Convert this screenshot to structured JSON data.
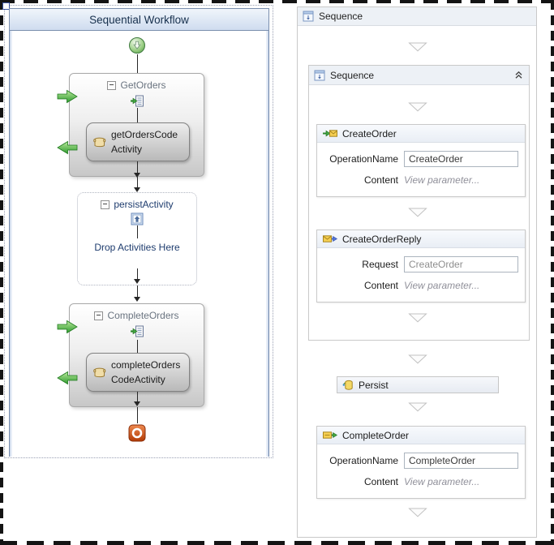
{
  "colors": {
    "header_gradient_top": "#f0f5fb",
    "header_gradient_bottom": "#cfdcef",
    "frame_blue": "#7b8fae",
    "workflow_title_navy": "#17304d",
    "activity_title_gray": "#6a7480",
    "persist_navy": "#1e3c6e",
    "green_arrow": "#3aa43a",
    "start_green": "#5ea34e",
    "stop_red": "#bc3c04",
    "panel_header_bg": "#edf1f6",
    "block_border": "#c9c9c9",
    "muted_italic_gray": "#90909a"
  },
  "icons": {
    "start": "start-arrow-icon",
    "stop": "stop-icon",
    "sequence": "sequence-icon",
    "receive_document": "receive-document-icon",
    "code_scroll": "code-scroll-icon",
    "persist_crate": "persist-crate-icon",
    "receive_envelope": "receive-envelope-icon",
    "send_reply_envelope": "send-reply-envelope-icon",
    "send_envelope_green": "send-envelope-green-icon",
    "persist_database": "persist-database-icon",
    "collapse_minus": "collapse-minus-icon",
    "collapse_double_chevron": "collapse-double-chevron-icon",
    "drop_triangle": "drop-target-triangle-icon"
  },
  "left_panel": {
    "title": "Sequential Workflow",
    "get_orders": {
      "title": "GetOrders",
      "child_title": "getOrdersCodeActivity"
    },
    "persist": {
      "title": "persistActivity",
      "drop_hint": "Drop Activities Here"
    },
    "complete_orders": {
      "title": "CompleteOrders",
      "child_title": "completeOrdersCodeActivity"
    }
  },
  "right_panel": {
    "outer_sequence_title": "Sequence",
    "inner_sequence_title": "Sequence",
    "create_order": {
      "title": "CreateOrder",
      "row1_label": "OperationName",
      "row1_value": "CreateOrder",
      "row2_label": "Content",
      "row2_value": "View parameter..."
    },
    "create_order_reply": {
      "title": "CreateOrderReply",
      "row1_label": "Request",
      "row1_value": "CreateOrder",
      "row2_label": "Content",
      "row2_value": "View parameter..."
    },
    "persist_title": "Persist",
    "complete_order": {
      "title": "CompleteOrder",
      "row1_label": "OperationName",
      "row1_value": "CompleteOrder",
      "row2_label": "Content",
      "row2_value": "View parameter..."
    }
  }
}
